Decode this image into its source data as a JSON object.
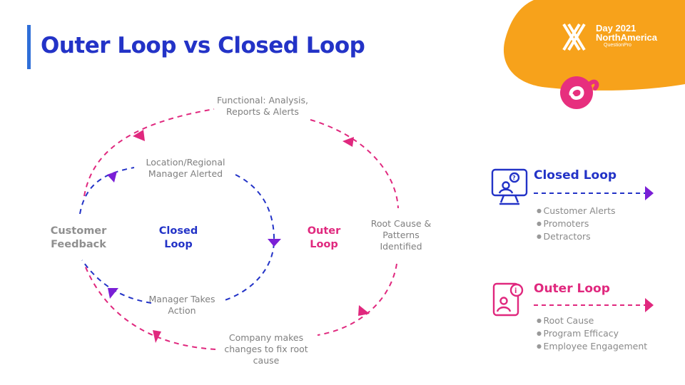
{
  "title": "Outer Loop vs Closed Loop",
  "branding": {
    "event_line1": "Day 2021",
    "event_line2": "NorthAmerica",
    "event_line3": "QuestionPro",
    "logo_letter": "X",
    "accent_color": "#f7a21b",
    "brand_pink": "#e72f7e"
  },
  "diagram": {
    "customer_feedback": "Customer Feedback",
    "closed_loop_label": "Closed Loop",
    "outer_loop_label": "Outer Loop",
    "functional": "Functional: Analysis, Reports & Alerts",
    "location_manager": "Location/Regional Manager Alerted",
    "root_cause": "Root Cause & Patterns Identified",
    "manager_action": "Manager Takes Action",
    "company_changes": "Company makes changes to fix root cause",
    "closed_color": "#2333c7",
    "outer_color": "#e0287e",
    "arrowhead_color": "#7a1fd6"
  },
  "legend": {
    "closed": {
      "title": "Closed Loop",
      "items": [
        "Customer Alerts",
        "Promoters",
        "Detractors"
      ],
      "icon": "monitor-user-question-icon"
    },
    "outer": {
      "title": "Outer Loop",
      "items": [
        "Root Cause",
        "Program Efficacy",
        "Employee Engagement"
      ],
      "icon": "tablet-user-info-icon"
    }
  }
}
